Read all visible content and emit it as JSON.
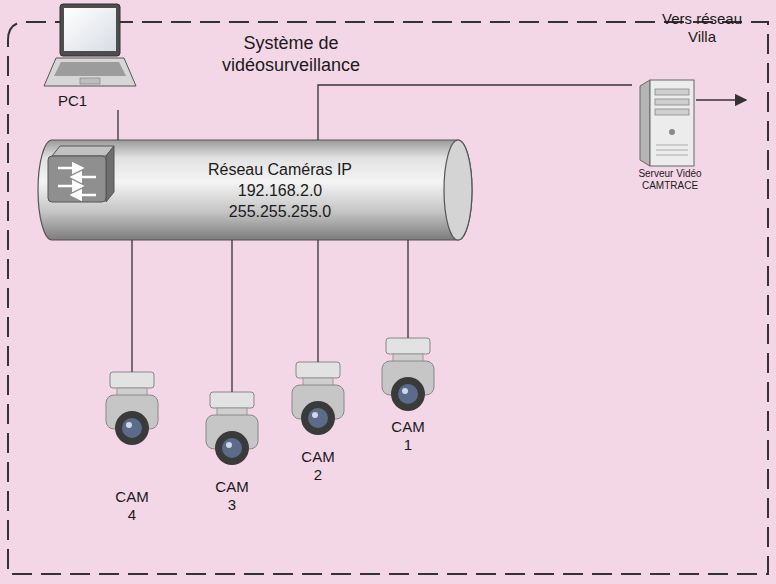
{
  "diagram": {
    "nodes": [
      {
        "text": [
          "Système de vidéosurveillance"
        ]
      },
      {
        "text": [
          "PC1"
        ],
        "in": 0
      },
      {
        "text": [
          "Serveur Vidéo CAMTRACE"
        ],
        "in": 0
      },
      {
        "text": [
          "Réseau Caméras IP",
          "192.168.2.0",
          "255.255.255.0"
        ],
        "in": 0
      },
      {
        "text": [
          "CAM 4"
        ],
        "in": 0
      },
      {
        "text": [
          "CAM 3"
        ],
        "in": 0
      },
      {
        "text": [
          "CAM 2"
        ],
        "in": 0
      },
      {
        "text": [
          "CAM 1"
        ],
        "in": 0
      }
    ],
    "edges": [
      {
        "from": 1,
        "to": 3,
        "arrow": "none"
      },
      {
        "from": 3,
        "to": 2,
        "arrow": "none"
      },
      {
        "from": 3,
        "to": 4,
        "arrow": "none"
      },
      {
        "from": 3,
        "to": 5,
        "arrow": "none"
      },
      {
        "from": 3,
        "to": 6,
        "arrow": "none"
      },
      {
        "from": 3,
        "to": 7,
        "arrow": "none"
      }
    ],
    "labels": [
      "Vers réseau Villa"
    ]
  }
}
